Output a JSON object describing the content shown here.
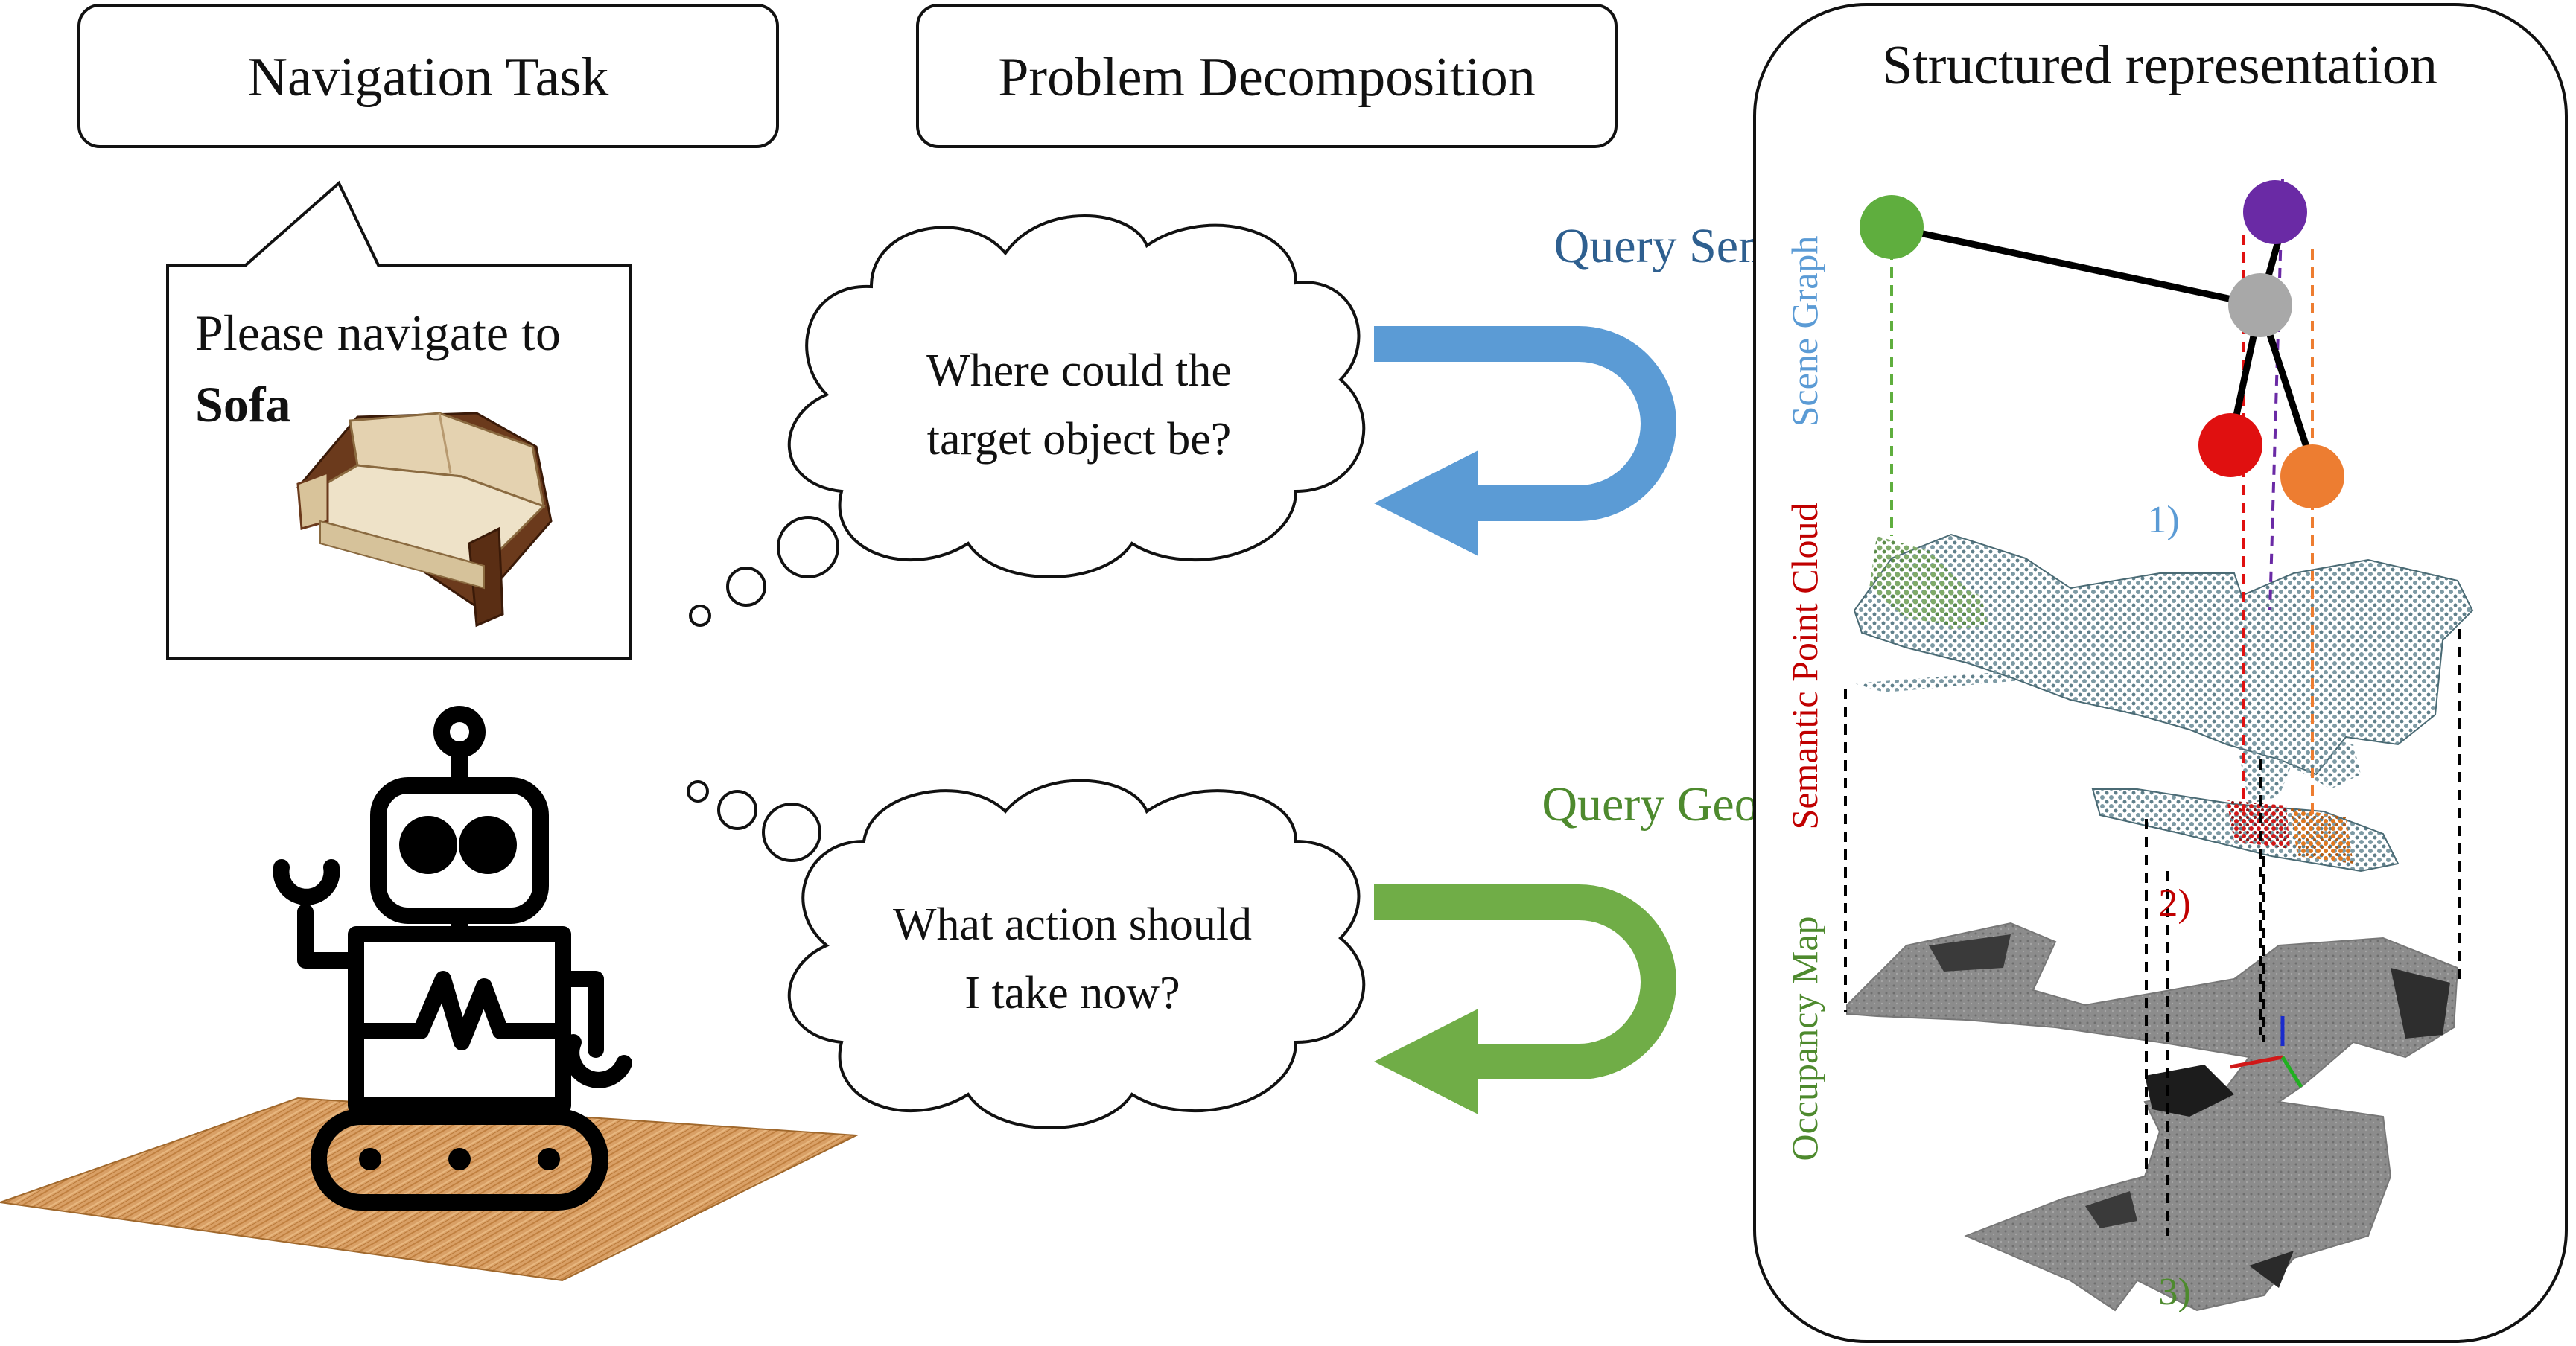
{
  "headers": {
    "navigation_task": "Navigation Task",
    "problem_decomposition": "Problem Decomposition",
    "structured_representation": "Structured representation"
  },
  "speech": {
    "line1": "Please navigate to",
    "line2": "Sofa"
  },
  "thought_semantics": {
    "line1": "Where could the",
    "line2": "target object be?"
  },
  "thought_geometry": {
    "line1": "What action should",
    "line2": "I take now?"
  },
  "queries": {
    "semantics": "Query Semantics",
    "geometry": "Query Geometry"
  },
  "layers": {
    "scene_graph": "Scene Graph",
    "semantic_point_cloud": "Semantic Point Cloud",
    "occupancy_map": "Occupancy Map"
  },
  "steps": {
    "one": "1)",
    "two": "2)",
    "three": "3)"
  },
  "colors": {
    "semantics_blue": "#5b9bd5",
    "semantics_text": "#2e5f8f",
    "geometry_green": "#70ad47",
    "geometry_text": "#4e8a2e",
    "node_green": "#5fae3e",
    "node_purple": "#6a2aa5",
    "node_gray": "#a8a8a8",
    "node_red": "#e01010",
    "node_orange": "#ed7d31",
    "label_red": "#c00000",
    "floor_wood": "#d9a066"
  },
  "icons": [
    "sofa-icon",
    "robot-icon",
    "wooden-floor",
    "u-turn-arrow-icon",
    "scene-graph",
    "point-cloud",
    "occupancy-map"
  ]
}
